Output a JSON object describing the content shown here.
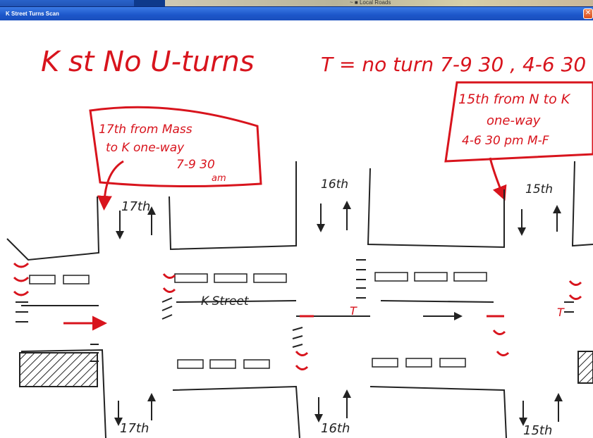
{
  "window": {
    "title": "K Street Turns Scan",
    "close_glyph": "✕"
  },
  "background_app": {
    "map_label": "~ ■ Local Roads"
  },
  "drawing": {
    "heading": "K st No U-turns",
    "turn_note": "T = no turn 7-9 30 , 4-6 30",
    "note_17th_line1": "17th from Mass",
    "note_17th_line2": "to K one-way",
    "note_17th_line3": "7-9 30",
    "note_17th_line4": "am",
    "note_15th_line1": "15th from N to K",
    "note_15th_line2": "one-way",
    "note_15th_line3": "4-6 30 pm M-F",
    "street_17th_top": "17th",
    "street_16th_top": "16th",
    "street_15th_top": "15th",
    "street_k": "K-Street",
    "street_17th_bottom": "17th",
    "street_16th_bottom": "16th",
    "street_15th_bottom": "15th",
    "t_mark": "T"
  },
  "colors": {
    "ink_red": "#d8141d",
    "ink_black": "#222222",
    "title_bar": "#1c56c9"
  }
}
